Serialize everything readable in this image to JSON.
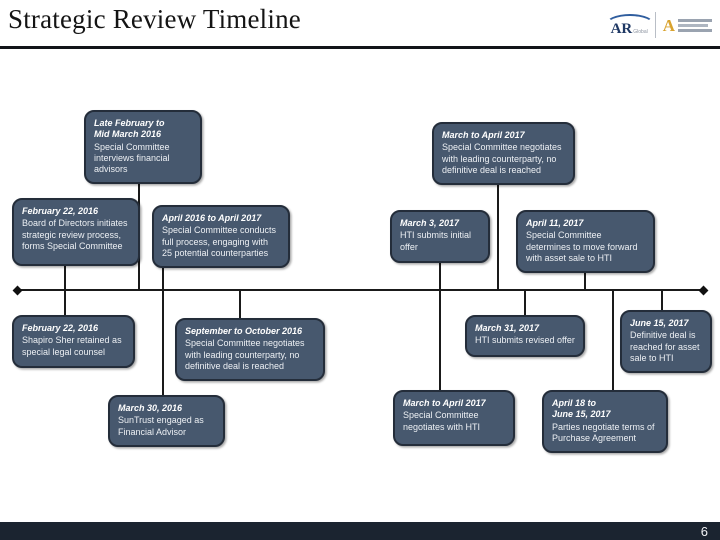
{
  "header": {
    "title": "Strategic Review Timeline",
    "logo": {
      "ar": "AR",
      "global": "Global",
      "monogram": "A"
    }
  },
  "footer": {
    "page_number": "6"
  },
  "timeline": {
    "events": [
      {
        "date": "Late February to\nMid March 2016",
        "desc": "Special Committee interviews financial advisors"
      },
      {
        "date": "February 22, 2016",
        "desc": "Board of Directors initiates strategic review process, forms Special Committee"
      },
      {
        "date": "April 2016 to April 2017",
        "desc": "Special Committee conducts full process, engaging with 25 potential counterparties"
      },
      {
        "date": "March to April 2017",
        "desc": "Special Committee negotiates with leading counterparty, no definitive deal is reached"
      },
      {
        "date": "March 3, 2017",
        "desc": "HTI submits initial offer"
      },
      {
        "date": "April 11, 2017",
        "desc": "Special Committee determines to move forward with asset sale to HTI"
      },
      {
        "date": "February 22, 2016",
        "desc": "Shapiro Sher retained as special legal counsel"
      },
      {
        "date": "September to October 2016",
        "desc": "Special Committee negotiates with leading counterparty, no definitive deal is reached"
      },
      {
        "date": "March 30, 2016",
        "desc": "SunTrust engaged as Financial Advisor"
      },
      {
        "date": "March 31, 2017",
        "desc": "HTI submits revised offer"
      },
      {
        "date": "June 15, 2017",
        "desc": "Definitive deal is reached for asset sale to HTI"
      },
      {
        "date": "March to April 2017",
        "desc": "Special Committee negotiates with HTI"
      },
      {
        "date": "April 18 to\nJune 15, 2017",
        "desc": "Parties negotiate terms of Purchase Agreement"
      }
    ]
  }
}
